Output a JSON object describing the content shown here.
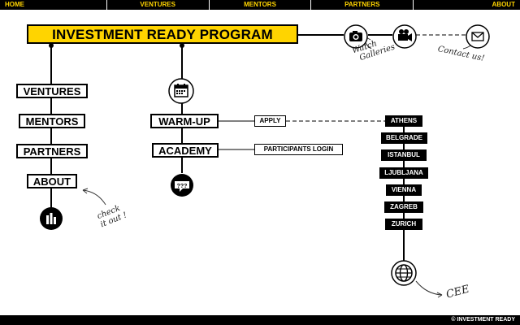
{
  "nav": {
    "items": [
      {
        "label": "HOME"
      },
      {
        "label": "VENTURES"
      },
      {
        "label": "MENTORS"
      },
      {
        "label": "PARTNERS"
      },
      {
        "label": "ABOUT"
      }
    ],
    "text_color": "#ffd400",
    "background": "#000000"
  },
  "title": {
    "label": "INVESTMENT READY PROGRAM",
    "highlight_color": "#ffd400"
  },
  "left_menu": {
    "ventures": "VENTURES",
    "mentors": "MENTORS",
    "partners": "PARTNERS",
    "about": "ABOUT"
  },
  "center_menu": {
    "warmup": "WARM-UP",
    "academy": "ACADEMY",
    "apply": "APPLY",
    "participants_login": "PARTICIPANTS LOGIN"
  },
  "cities": [
    "ATHENS",
    "BELGRADE",
    "ISTANBUL",
    "LJUBLJANA",
    "VIENNA",
    "ZAGREB",
    "ZURICH"
  ],
  "handwritten": {
    "watch_galleries_line1": "Watch",
    "watch_galleries_line2": "Galleries",
    "contact_us": "Contact us!",
    "check_it_out_line1": "check",
    "check_it_out_line2": "it out !",
    "cee": "CEE"
  },
  "icons": {
    "camera": "camera-icon",
    "video": "video-camera-icon",
    "mail": "envelope-icon",
    "calendar": "calendar-icon",
    "help": "question-marks-icon",
    "stats": "bar-chart-icon",
    "globe": "globe-icon"
  },
  "footer": {
    "copyright": "© INVESTMENT READY"
  }
}
